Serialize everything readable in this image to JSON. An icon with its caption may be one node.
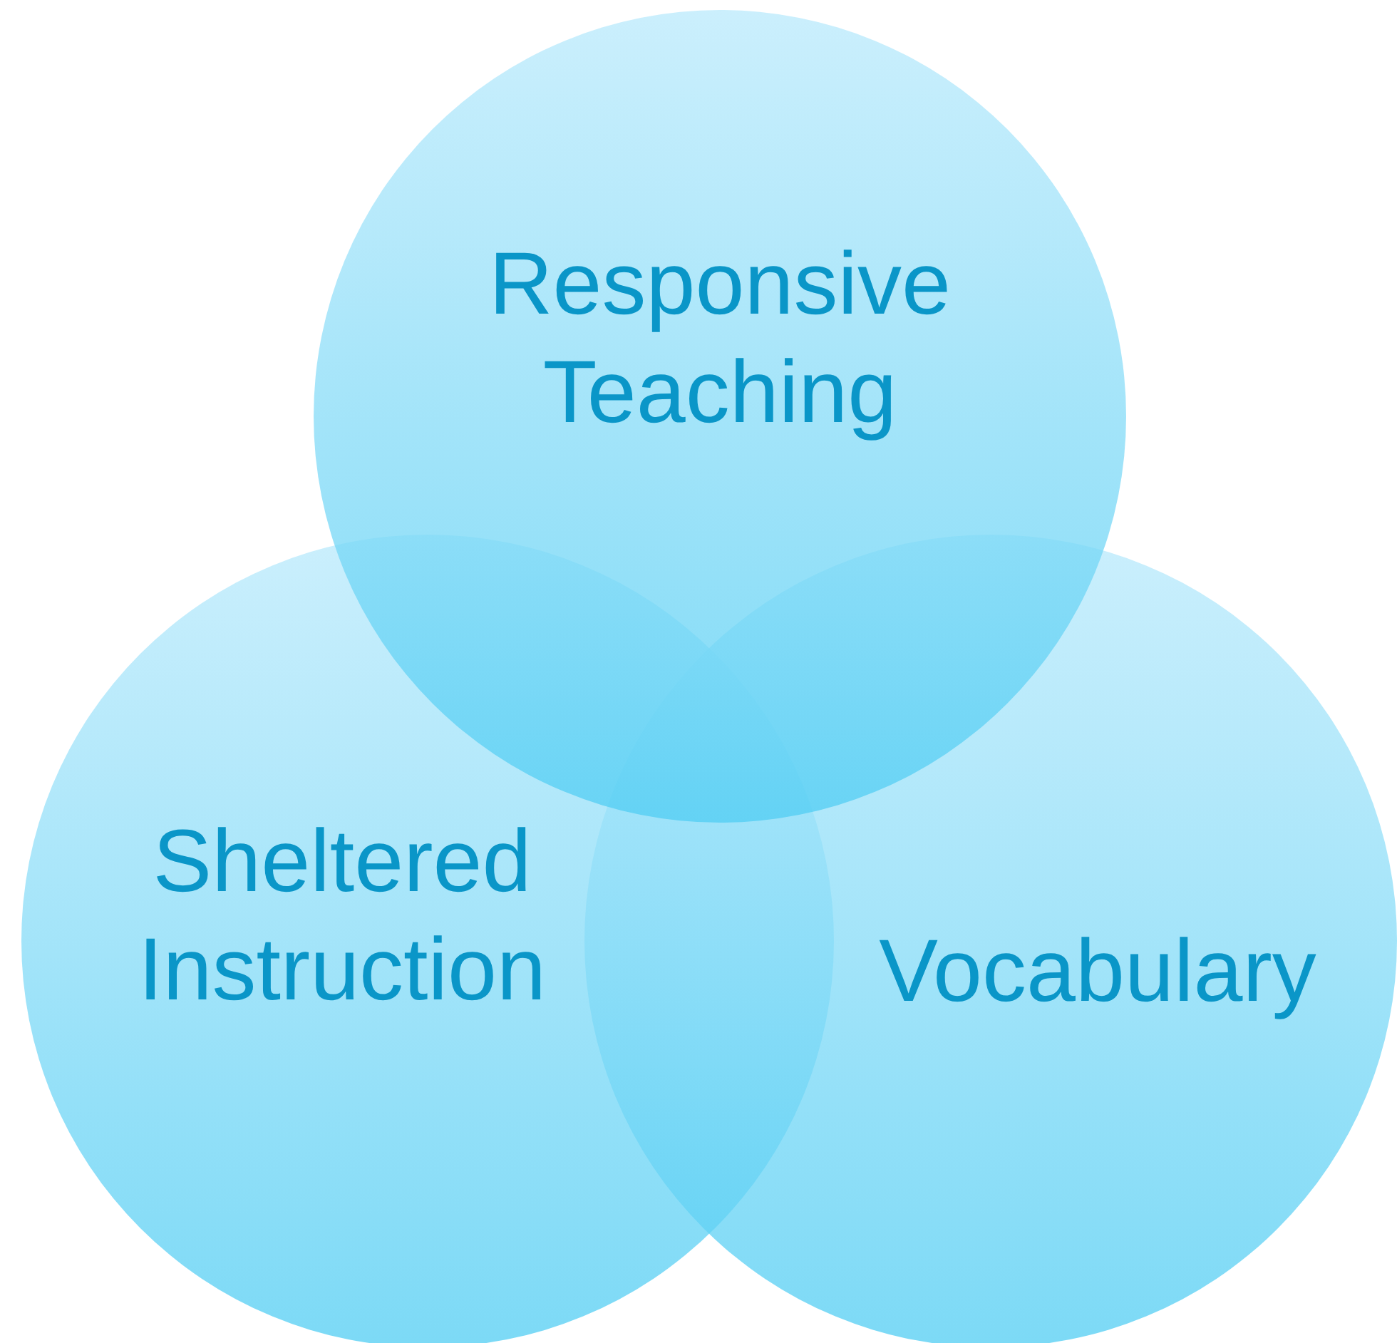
{
  "diagram": {
    "nodes": [
      {
        "text": [
          "Responsive Teaching"
        ]
      },
      {
        "text": [
          "Sheltered Instruction"
        ]
      },
      {
        "text": [
          "Vocabulary"
        ]
      }
    ]
  }
}
